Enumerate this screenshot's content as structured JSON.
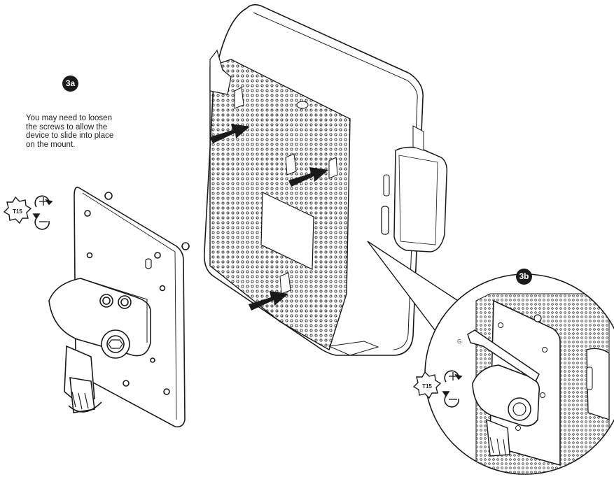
{
  "steps": {
    "step_a": {
      "badge": "3a",
      "note": "You may need to loosen\nthe screws to allow the\ndevice to slide into place\non the mount."
    },
    "step_b": {
      "badge": "3b"
    }
  },
  "tool": {
    "label": "T15",
    "icon": "torx-t15-icon"
  },
  "actions": {
    "tighten_icon": "tighten-clockwise-icon",
    "loosen_icon": "loosen-counterclockwise-icon"
  },
  "detail": {
    "marker": "G"
  },
  "colors": {
    "line": "#1a1a1a",
    "fill": "#ffffff",
    "arrow": "#1a1a1a"
  }
}
